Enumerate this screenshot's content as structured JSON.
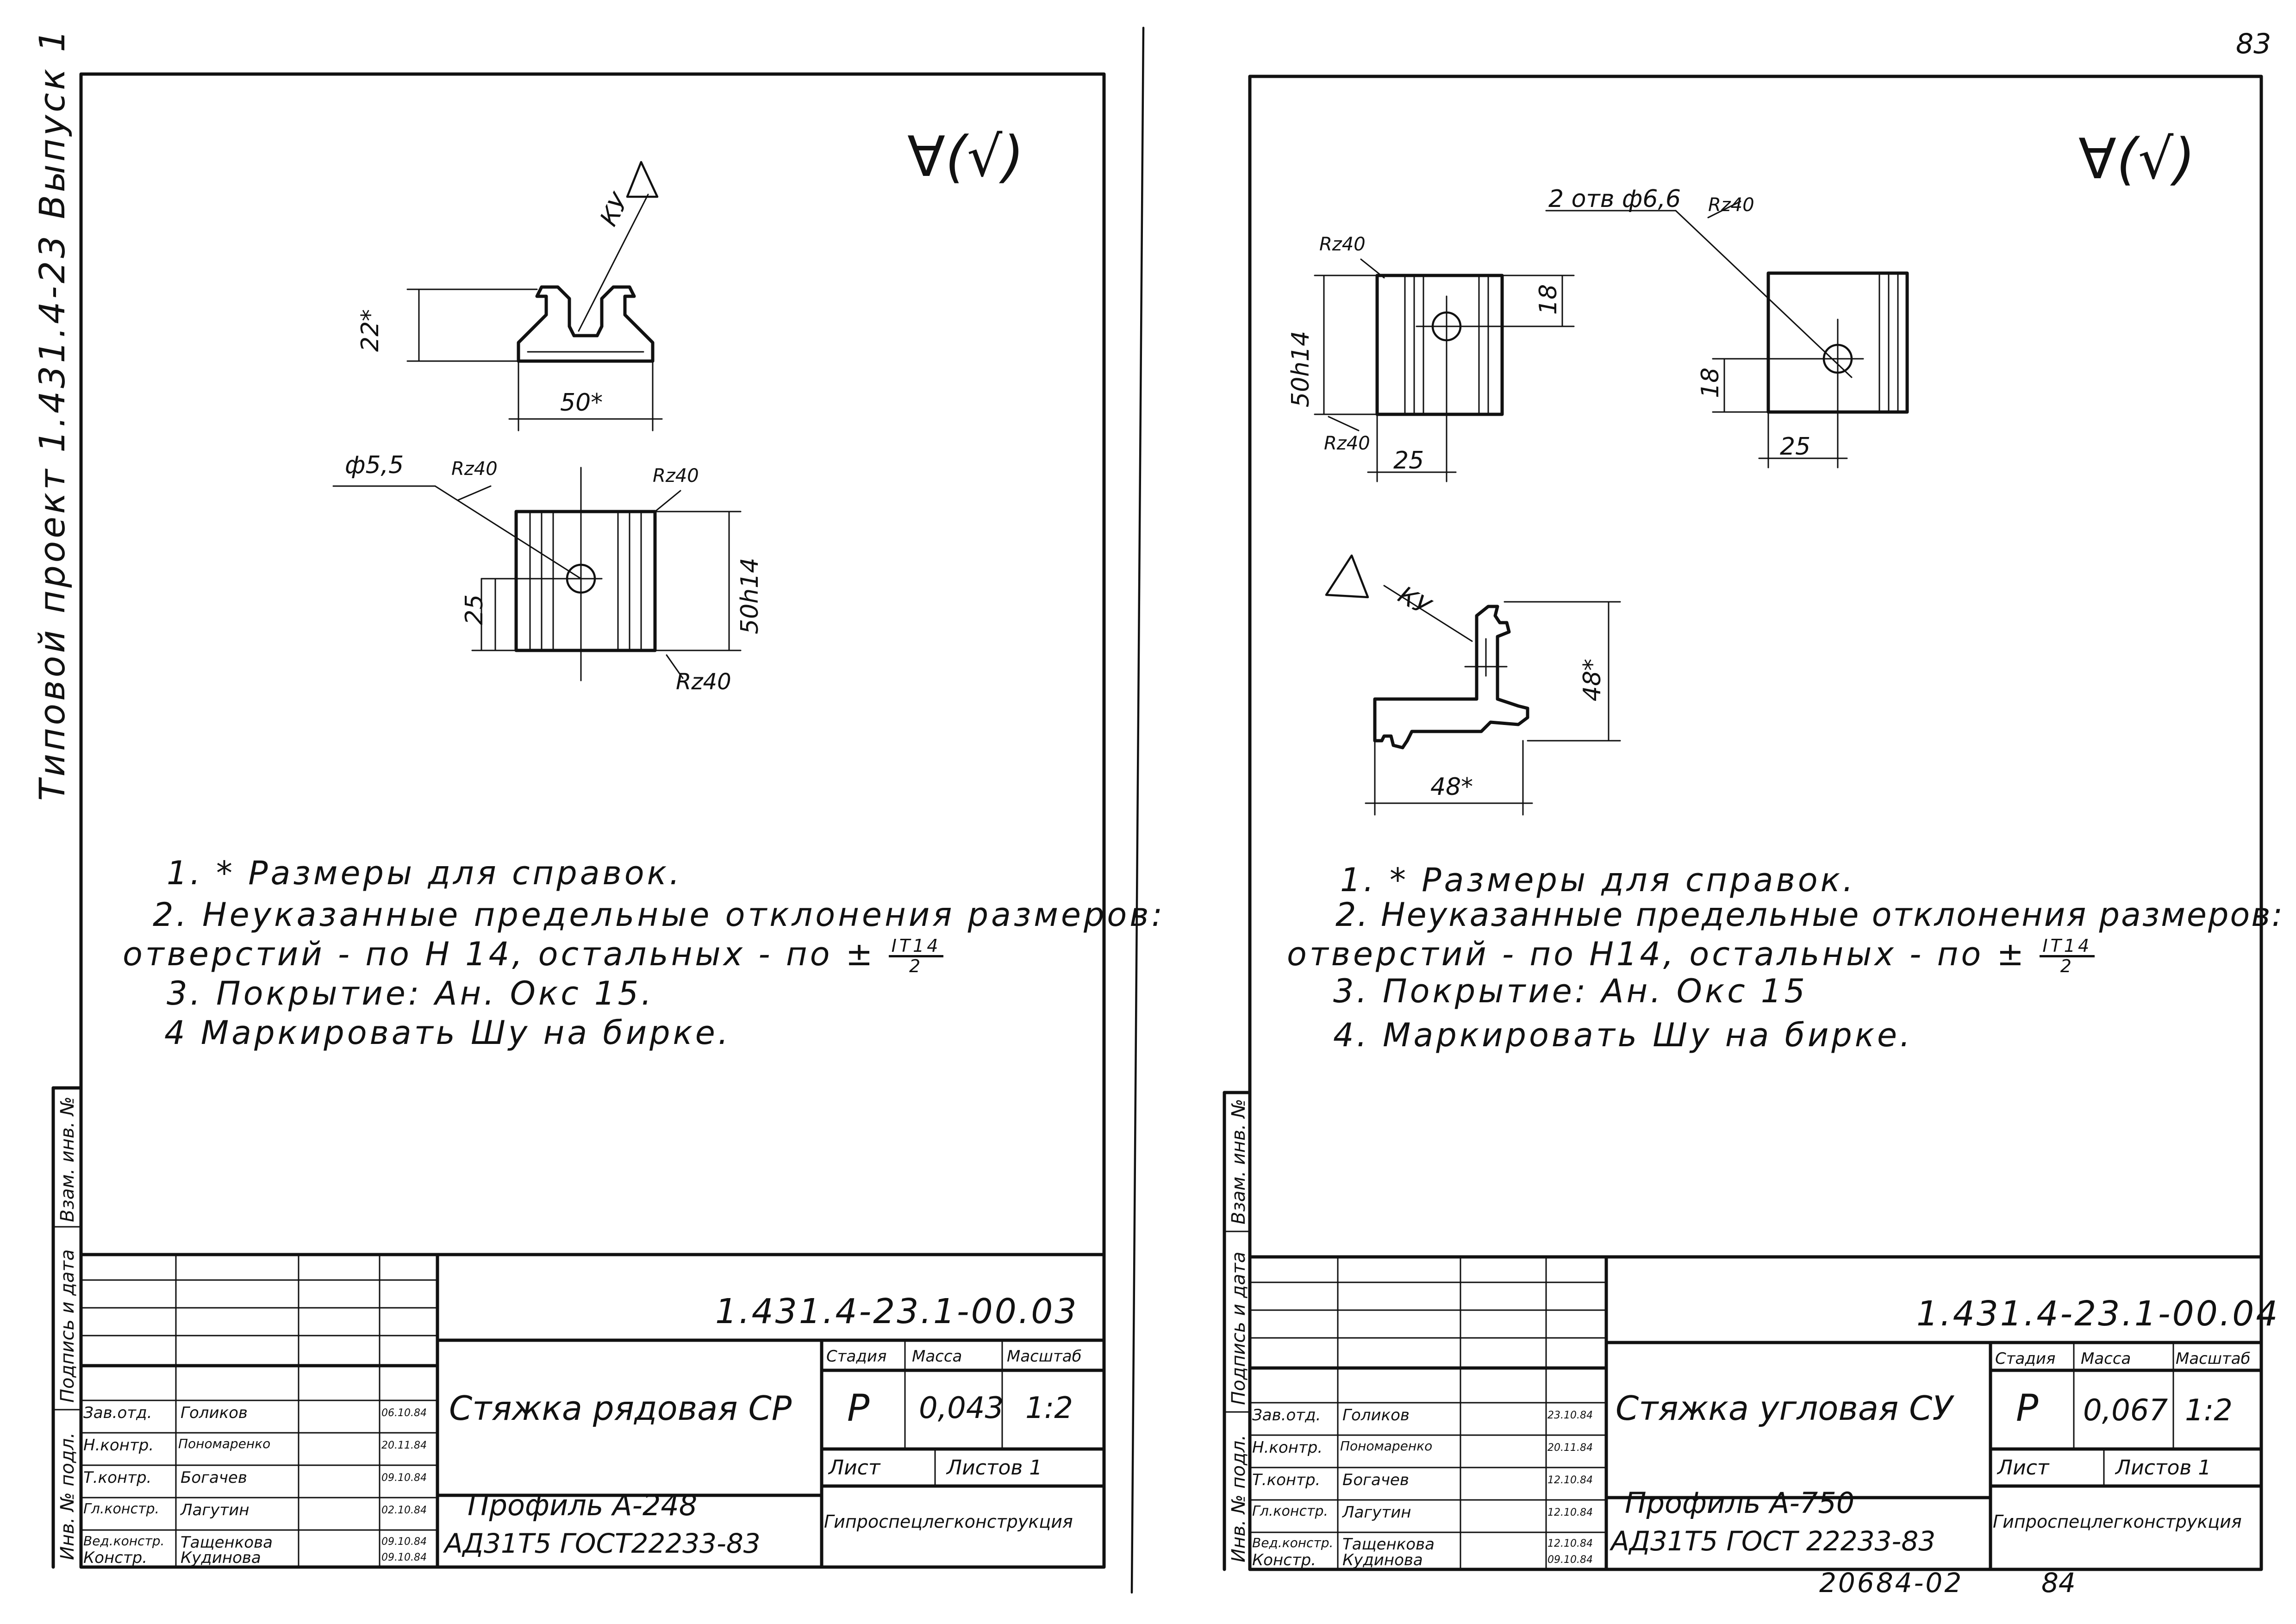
{
  "page_number": "83",
  "bottom_numbers": {
    "archive": "20684-02",
    "page": "84"
  },
  "series_vertical": "Типовой проект 1.431.4-23 Выпуск 1",
  "side_stamp": [
    "Инв. № подл.",
    "Подпись и дата",
    "Взам. инв. №"
  ],
  "sheets": [
    {
      "roughness_mark": "∀(√)",
      "dims": {
        "height_ref": "22*",
        "width_ref": "50*",
        "weld": "КУ",
        "hole": "ф5,5",
        "rz_hole": "Rz40",
        "rz_top": "Rz40",
        "rz_bottom": "Rz40",
        "offset": "25",
        "width": "50h14"
      },
      "notes": [
        "1. * Размеры для справок.",
        "2. Неуказанные предельные отклонения размеров:",
        "отверстий - по Н 14, остальных - по ±",
        "3. Покрытие: Ан. Окс 15.",
        "4 Маркировать Шу на бирке."
      ],
      "tolerance_fraction": {
        "numerator": "IT14",
        "denominator": "2"
      },
      "title_block": {
        "designation": "1.431.4-23.1-00.03",
        "name": "Стяжка рядовая СР",
        "headers": {
          "stage": "Стадия",
          "mass": "Масса",
          "scale": "Масштаб",
          "sheet": "Лист",
          "sheets": "Листов 1"
        },
        "stage": "Р",
        "mass": "0,043",
        "scale": "1:2",
        "material_line1": "Профиль А-248",
        "material_line2": "АД31Т5 ГОСТ22233-83",
        "organization": "Гипроспецлегконструкция",
        "staff": [
          {
            "role": "Зав.отд.",
            "name": "Голиков",
            "date": "06.10.84"
          },
          {
            "role": "Н.контр.",
            "name": "Пономаренко",
            "date": "20.11.84"
          },
          {
            "role": "Т.контр.",
            "name": "Богачев",
            "date": "09.10.84"
          },
          {
            "role": "Гл.констр.",
            "name": "Лагутин",
            "date": "02.10.84"
          },
          {
            "role": "Вед.констр.",
            "name": "Тащенкова",
            "date": "09.10.84"
          },
          {
            "role": "Констр.",
            "name": "Кудинова",
            "date": "09.10.84"
          }
        ]
      }
    },
    {
      "roughness_mark": "∀(√)",
      "dims": {
        "holes": "2 отв ф6,6",
        "rz_holes": "Rz40",
        "rz_top": "Rz40",
        "rz_bottom": "Rz40",
        "width": "50h14",
        "hole_pos_left": "18",
        "hole_pos_right": "18",
        "offset_left": "25",
        "offset_right": "25",
        "weld": "КУ",
        "height_ref": "48*",
        "width_ref": "48*"
      },
      "notes": [
        "1. * Размеры для справок.",
        "2. Неуказанные предельные отклонения размеров:",
        "отверстий - по Н14, остальных - по ±",
        "3. Покрытие: Ан. Окс 15",
        "4. Маркировать Шу на бирке."
      ],
      "tolerance_fraction": {
        "numerator": "IT14",
        "denominator": "2"
      },
      "title_block": {
        "designation": "1.431.4-23.1-00.04",
        "name": "Стяжка угловая СУ",
        "headers": {
          "stage": "Стадия",
          "mass": "Масса",
          "scale": "Масштаб",
          "sheet": "Лист",
          "sheets": "Листов 1"
        },
        "stage": "Р",
        "mass": "0,067",
        "scale": "1:2",
        "material_line1": "Профиль А-750",
        "material_line2": "АД31Т5 ГОСТ 22233-83",
        "organization": "Гипроспецлегконструкция",
        "staff": [
          {
            "role": "Зав.отд.",
            "name": "Голиков",
            "date": "23.10.84"
          },
          {
            "role": "Н.контр.",
            "name": "Пономаренко",
            "date": "20.11.84"
          },
          {
            "role": "Т.контр.",
            "name": "Богачев",
            "date": "12.10.84"
          },
          {
            "role": "Гл.констр.",
            "name": "Лагутин",
            "date": "12.10.84"
          },
          {
            "role": "Вед.констр.",
            "name": "Тащенкова",
            "date": "12.10.84"
          },
          {
            "role": "Констр.",
            "name": "Кудинова",
            "date": "09.10.84"
          }
        ]
      }
    }
  ]
}
